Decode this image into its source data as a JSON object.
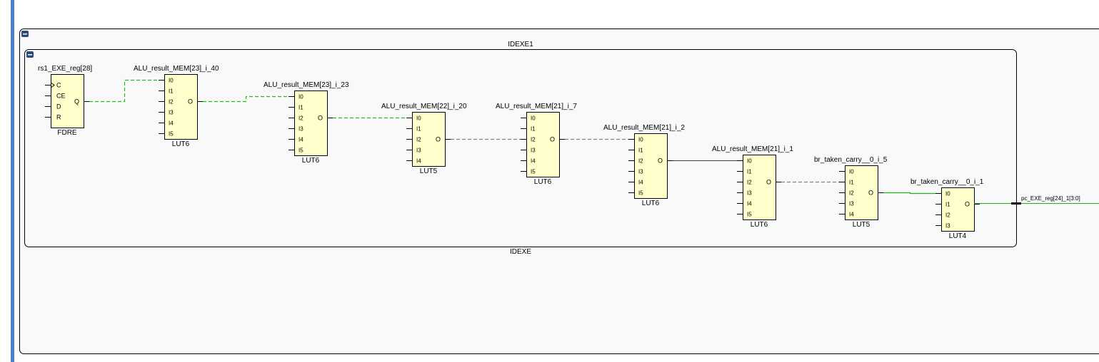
{
  "outer_block": {
    "label": "IDEXE1"
  },
  "inner_block": {
    "label": "IDEXE"
  },
  "colors": {
    "cell_fill": "#ffffcc",
    "net_highlight": "#1fb01f",
    "net_dashed_green": "#22bb22",
    "net_dashed_gray": "#6f8a6f",
    "net_black": "#000000",
    "sidebar": "#4a7fd0",
    "collapse_button": "#2a4a7a"
  },
  "cells": [
    {
      "name": "rs1_EXE_reg[28]",
      "type": "FDRE",
      "inputs": [
        "C",
        "CE",
        "D",
        "R"
      ],
      "output": "Q"
    },
    {
      "name": "ALU_result_MEM[23]_i_40",
      "type": "LUT6",
      "inputs": [
        "I0",
        "I1",
        "I2",
        "I3",
        "I4",
        "I5"
      ],
      "output": "O"
    },
    {
      "name": "ALU_result_MEM[23]_i_23",
      "type": "LUT6",
      "inputs": [
        "I0",
        "I1",
        "I2",
        "I3",
        "I4",
        "I5"
      ],
      "output": "O"
    },
    {
      "name": "ALU_result_MEM[22]_i_20",
      "type": "LUT5",
      "inputs": [
        "I0",
        "I1",
        "I2",
        "I3",
        "I4"
      ],
      "output": "O"
    },
    {
      "name": "ALU_result_MEM[21]_i_7",
      "type": "LUT6",
      "inputs": [
        "I0",
        "I1",
        "I2",
        "I3",
        "I4",
        "I5"
      ],
      "output": "O"
    },
    {
      "name": "ALU_result_MEM[21]_i_2",
      "type": "LUT6",
      "inputs": [
        "I0",
        "I1",
        "I2",
        "I3",
        "I4",
        "I5"
      ],
      "output": "O"
    },
    {
      "name": "ALU_result_MEM[21]_i_1",
      "type": "LUT6",
      "inputs": [
        "I0",
        "I1",
        "I2",
        "I3",
        "I4",
        "I5"
      ],
      "output": "O"
    },
    {
      "name": "br_taken_carry__0_i_5",
      "type": "LUT5",
      "inputs": [
        "I0",
        "I1",
        "I2",
        "I3",
        "I4"
      ],
      "output": "O"
    },
    {
      "name": "br_taken_carry__0_i_1",
      "type": "LUT4",
      "inputs": [
        "I0",
        "I1",
        "I2",
        "I3"
      ],
      "output": "O"
    }
  ],
  "nets": [
    {
      "from": 0,
      "to": 1,
      "to_pin": "I0",
      "style": "dashed-green"
    },
    {
      "from": 1,
      "to": 2,
      "to_pin": "I0",
      "style": "dashed-green"
    },
    {
      "from": 2,
      "to": 3,
      "to_pin": "I0",
      "style": "dashed-green"
    },
    {
      "from": 3,
      "to": 4,
      "to_pin": "I2",
      "style": "dashed-gray"
    },
    {
      "from": 4,
      "to": 5,
      "to_pin": "I0",
      "style": "dashed-gray"
    },
    {
      "from": 5,
      "to": 6,
      "to_pin": "I0",
      "style": "solid-black"
    },
    {
      "from": 6,
      "to": 7,
      "to_pin": "I1",
      "style": "dashed-gray"
    },
    {
      "from": 7,
      "to": 8,
      "to_pin": "I0",
      "style": "solid-green"
    }
  ],
  "output_port": {
    "label": "pc_EXE_reg[24]_1[3:0]"
  }
}
